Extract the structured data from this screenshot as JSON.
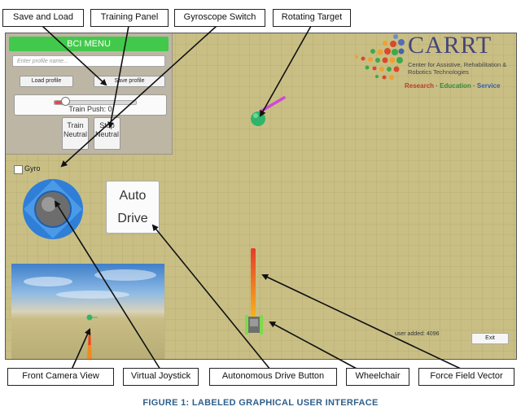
{
  "callouts": {
    "save_and_load": "Save and Load",
    "training_panel": "Training Panel",
    "gyroscope_switch": "Gyroscope Switch",
    "rotating_target": "Rotating Target",
    "front_camera_view": "Front Camera View",
    "virtual_joystick": "Virtual Joystick",
    "autonomous_drive_button": "Autonomous  Drive Button",
    "wheelchair": "Wheelchair",
    "force_field_vector": "Force Field Vector"
  },
  "bci_menu": {
    "title": "BCI MENU",
    "profile_placeholder": "Enter profile name...",
    "load_profile": "Load profile",
    "save_profile": "Save profile",
    "train_push_label": "Train Push: 0",
    "train_push_slider": 0.1,
    "train_neutral": "Train Neutral",
    "stop_neutral": "Stop Neutral"
  },
  "gyro": {
    "label": "Gyro",
    "checked": false
  },
  "auto_drive": {
    "line1": "Auto",
    "line2": "Drive"
  },
  "logo": {
    "name": "CARRT",
    "subtitle": "Center for Assistive, Rehabilitation & Robotics Technologies",
    "tag_research": "Research",
    "tag_education": "Education",
    "tag_service": "Service"
  },
  "status": {
    "user_added": "user added: 4096"
  },
  "exit_label": "Exit",
  "caption": "FIGURE 1: LABELED GRAPHICAL USER INTERFACE",
  "colors": {
    "bci_header": "#42c94b",
    "floor": "#c9bf85",
    "joystick_diamond": "#2f7fd8",
    "target": "#2fb56a",
    "force_vector_top": "#e63b2a",
    "force_vector_bottom": "#f6b21c",
    "caption": "#2f5f8a"
  },
  "icons": [
    "joystick-knob-icon",
    "rotating-target-icon",
    "wheelchair-icon",
    "force-vector-icon",
    "carrt-logo-dots-icon"
  ]
}
